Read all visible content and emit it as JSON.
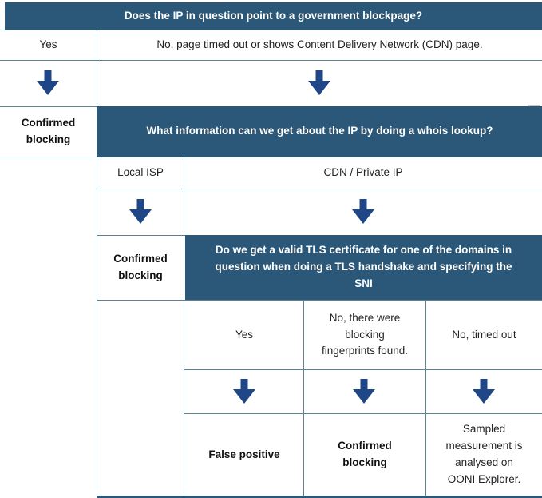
{
  "colors": {
    "header_navy": "#2b5879",
    "arrow_blue": "#1f4788",
    "border_teal": "#5c8191"
  },
  "icons": {
    "dropdown_glyph": "▼"
  },
  "flowchart": {
    "q1": "Does the IP in question point to a government blockpage?",
    "q1_yes": "Yes",
    "q1_no": "No, page timed out or shows Content Delivery Network (CDN) page.",
    "outcome_confirmed_1": "Confirmed\nblocking",
    "q2": "What information can we get about the IP by doing a whois lookup?",
    "q2_local_isp": "Local ISP",
    "q2_cdn": "CDN / Private IP",
    "outcome_confirmed_2": "Confirmed\nblocking",
    "q3": "Do we get a valid TLS certificate for one of the domains in\nquestion when doing a TLS handshake and specifying the\nSNI",
    "q3_yes": "Yes",
    "q3_fingerprints": "No, there were\nblocking\nfingerprints found.",
    "q3_timeout": "No, timed out",
    "outcome_false_positive": "False positive",
    "outcome_confirmed_3": "Confirmed\nblocking",
    "outcome_sampled": "Sampled\nmeasurement is\nanalysed on\nOONI Explorer."
  }
}
